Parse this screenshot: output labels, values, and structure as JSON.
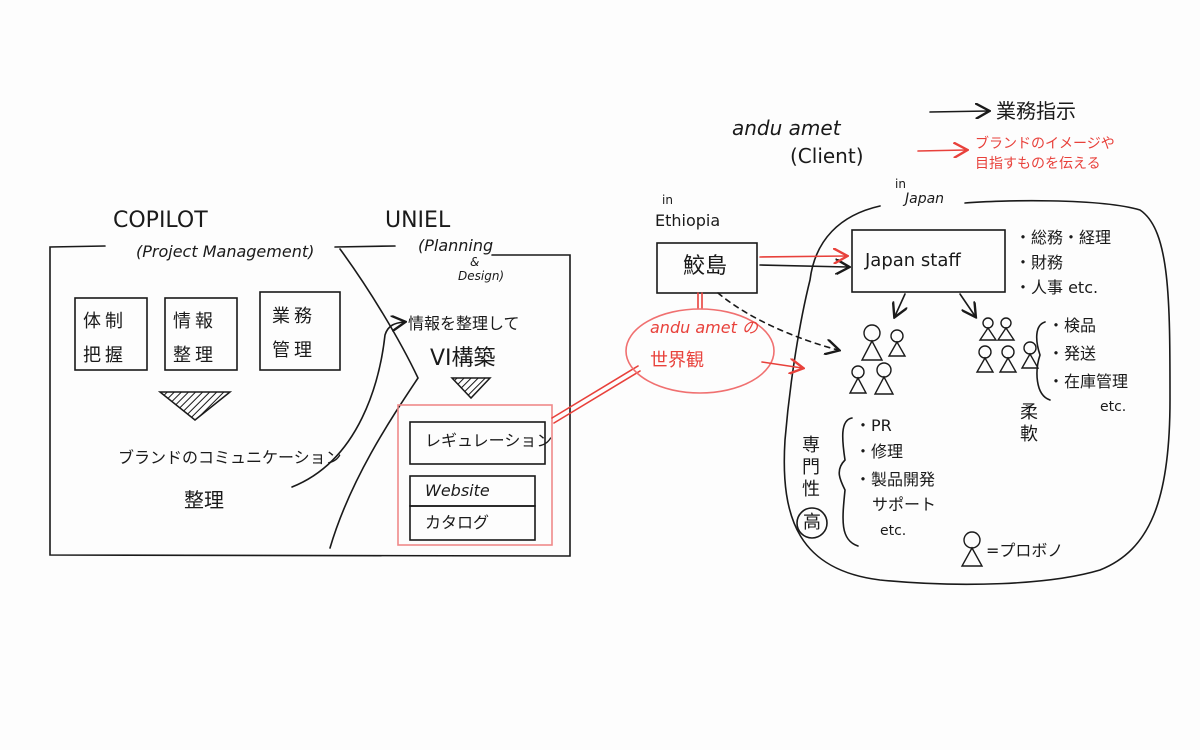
{
  "legend": {
    "black_arrow_label": "業務指示",
    "red_arrow_label_line1": "ブランドのイメージや",
    "red_arrow_label_line2": "目指すものを伝える"
  },
  "client": {
    "name": "andu amet",
    "role": "(Client)"
  },
  "copilot": {
    "title": "COPILOT",
    "subtitle": "(Project Management)",
    "boxes": [
      "体制把握",
      "情報整理",
      "業務管理"
    ],
    "result_line1": "ブランドのコミュニケーション",
    "result_line2": "整理"
  },
  "uniel": {
    "title": "UNIEL",
    "subtitle_line1": "(Planning",
    "subtitle_line2": "&",
    "subtitle_line3": "Design)",
    "step_line1": "情報を整理して",
    "step_line2": "VI構築",
    "deliverables": [
      "レギュレーション",
      "Website",
      "カタログ"
    ]
  },
  "ethiopia": {
    "prefix": "in",
    "label": "Ethiopia",
    "person": "鮫島"
  },
  "worldview": {
    "line1": "andu amet の",
    "line2": "世界観"
  },
  "japan": {
    "prefix": "in",
    "label": "Japan",
    "staff_box": "Japan staff",
    "staff_tasks": [
      "・総務・経理",
      "・財務",
      "・人事 etc."
    ],
    "group_tasks": [
      "・検品",
      "・発送",
      "・在庫管理",
      "etc."
    ],
    "group_trait": "柔軟",
    "expert_trait": "専門性",
    "expert_level": "高",
    "expert_tasks": [
      "・PR",
      "・修理",
      "・製品開発",
      "サポート",
      "etc."
    ],
    "legend_label": "=プロボノ"
  },
  "colors": {
    "ink": "#1a1a1a",
    "red": "#e8413b",
    "pink_box": "#f08a8a"
  }
}
